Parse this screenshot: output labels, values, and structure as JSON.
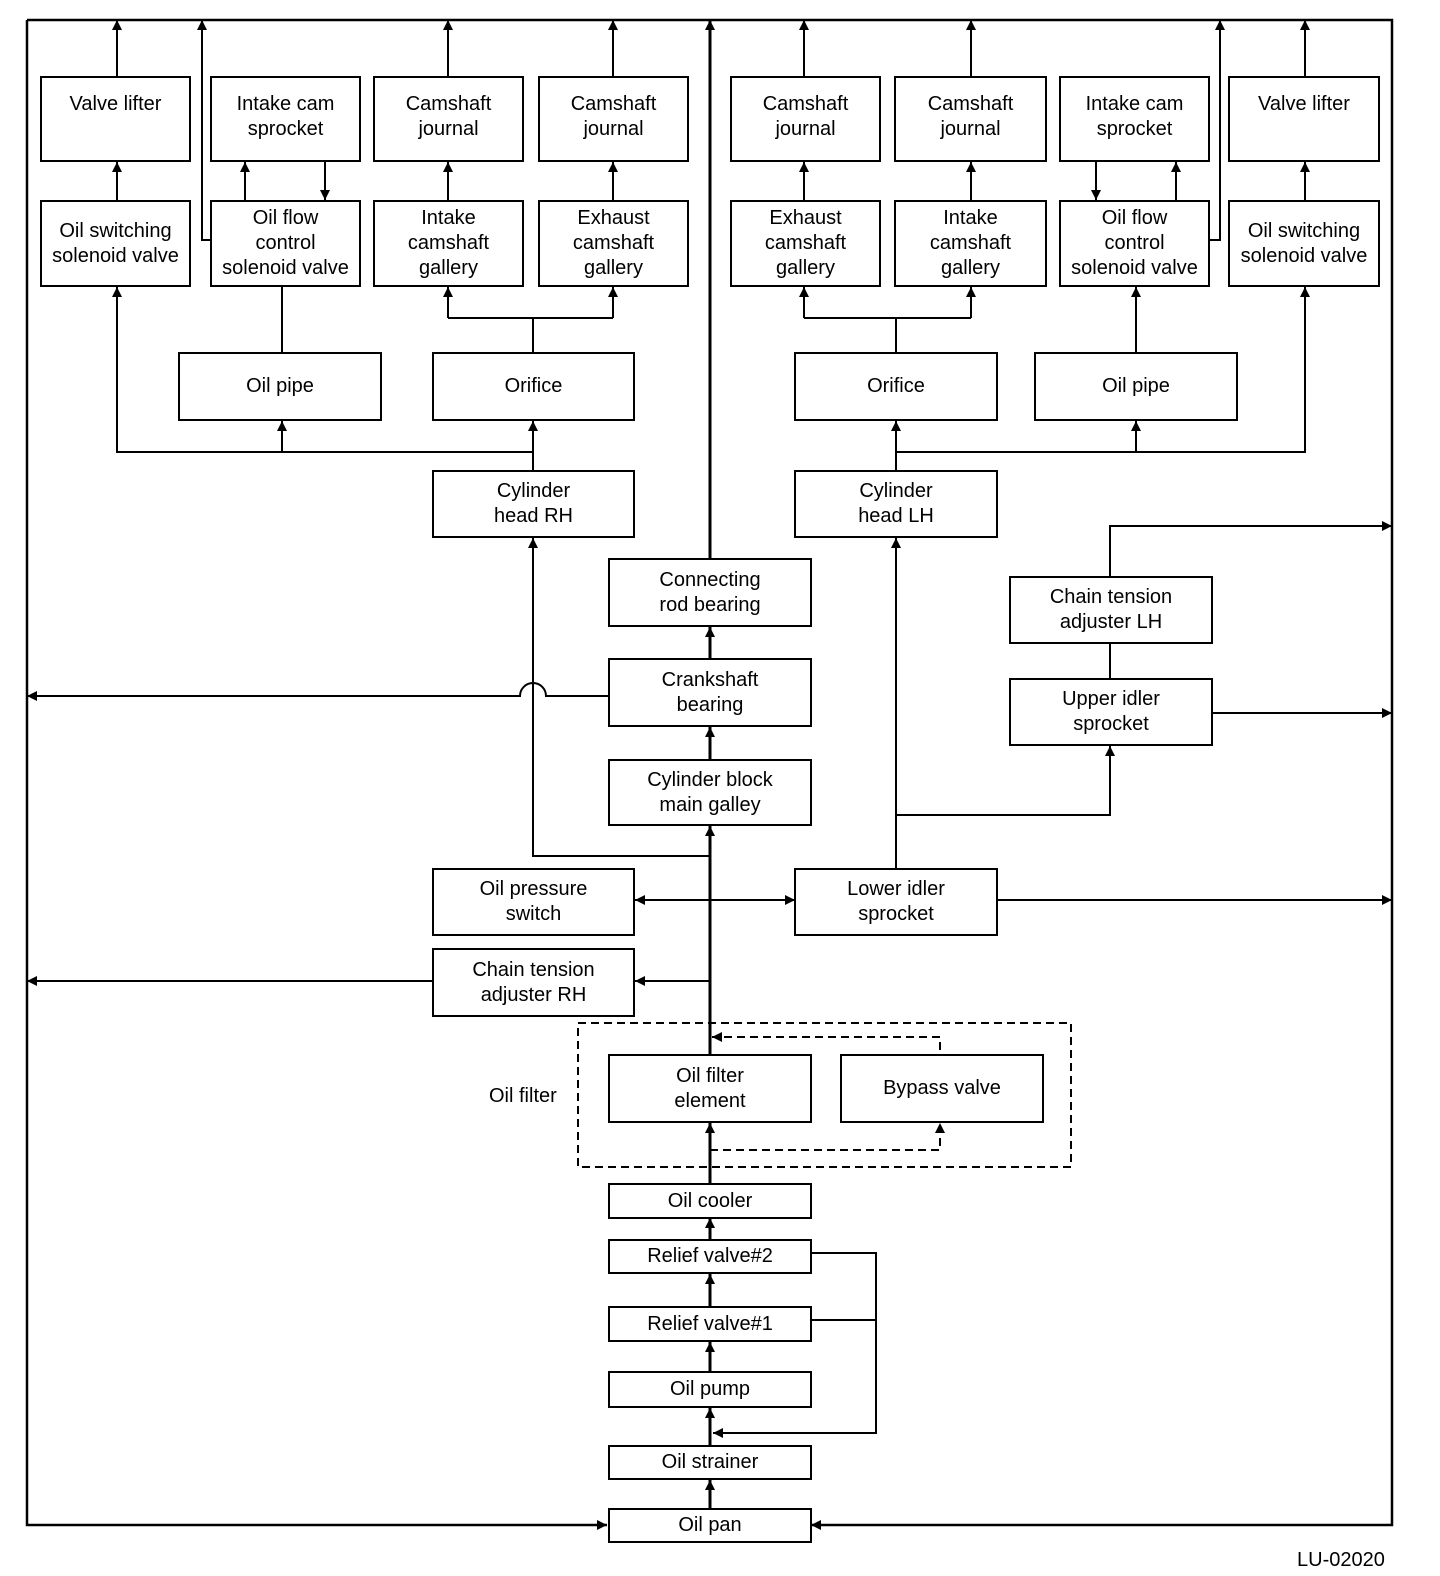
{
  "diagram": {
    "figure_code": "LU-02020",
    "oil_filter_label": "Oil filter",
    "rh": {
      "valve_lifter": "Valve lifter",
      "oil_switching_solenoid_valve": "Oil switching\nsolenoid valve",
      "intake_cam_sprocket": "Intake cam\nsprocket",
      "oil_flow_control_solenoid_valve": "Oil flow\ncontrol\nsolenoid valve",
      "camshaft_journal_intake": "Camshaft\njournal",
      "intake_camshaft_gallery": "Intake\ncamshaft\ngallery",
      "camshaft_journal_exhaust": "Camshaft\njournal",
      "exhaust_camshaft_gallery": "Exhaust\ncamshaft\ngallery",
      "oil_pipe": "Oil pipe",
      "orifice": "Orifice",
      "cylinder_head": "Cylinder\nhead RH",
      "chain_tension_adjuster": "Chain tension\nadjuster RH"
    },
    "lh": {
      "camshaft_journal_exhaust": "Camshaft\njournal",
      "exhaust_camshaft_gallery": "Exhaust\ncamshaft\ngallery",
      "camshaft_journal_intake": "Camshaft\njournal",
      "intake_camshaft_gallery": "Intake\ncamshaft\ngallery",
      "intake_cam_sprocket": "Intake cam\nsprocket",
      "oil_flow_control_solenoid_valve": "Oil flow\ncontrol\nsolenoid valve",
      "valve_lifter": "Valve lifter",
      "oil_switching_solenoid_valve": "Oil switching\nsolenoid valve",
      "orifice": "Orifice",
      "oil_pipe": "Oil pipe",
      "cylinder_head": "Cylinder\nhead LH",
      "chain_tension_adjuster": "Chain tension\nadjuster LH"
    },
    "center": {
      "connecting_rod_bearing": "Connecting\nrod bearing",
      "crankshaft_bearing": "Crankshaft\nbearing",
      "cylinder_block_main_galley": "Cylinder block\nmain galley",
      "oil_pressure_switch": "Oil pressure\nswitch",
      "lower_idler_sprocket": "Lower idler\nsprocket",
      "upper_idler_sprocket": "Upper idler\nsprocket",
      "oil_filter_element": "Oil filter\nelement",
      "bypass_valve": "Bypass valve",
      "oil_cooler": "Oil cooler",
      "relief_valve_2": "Relief valve#2",
      "relief_valve_1": "Relief valve#1",
      "oil_pump": "Oil pump",
      "oil_strainer": "Oil strainer",
      "oil_pan": "Oil pan"
    }
  }
}
